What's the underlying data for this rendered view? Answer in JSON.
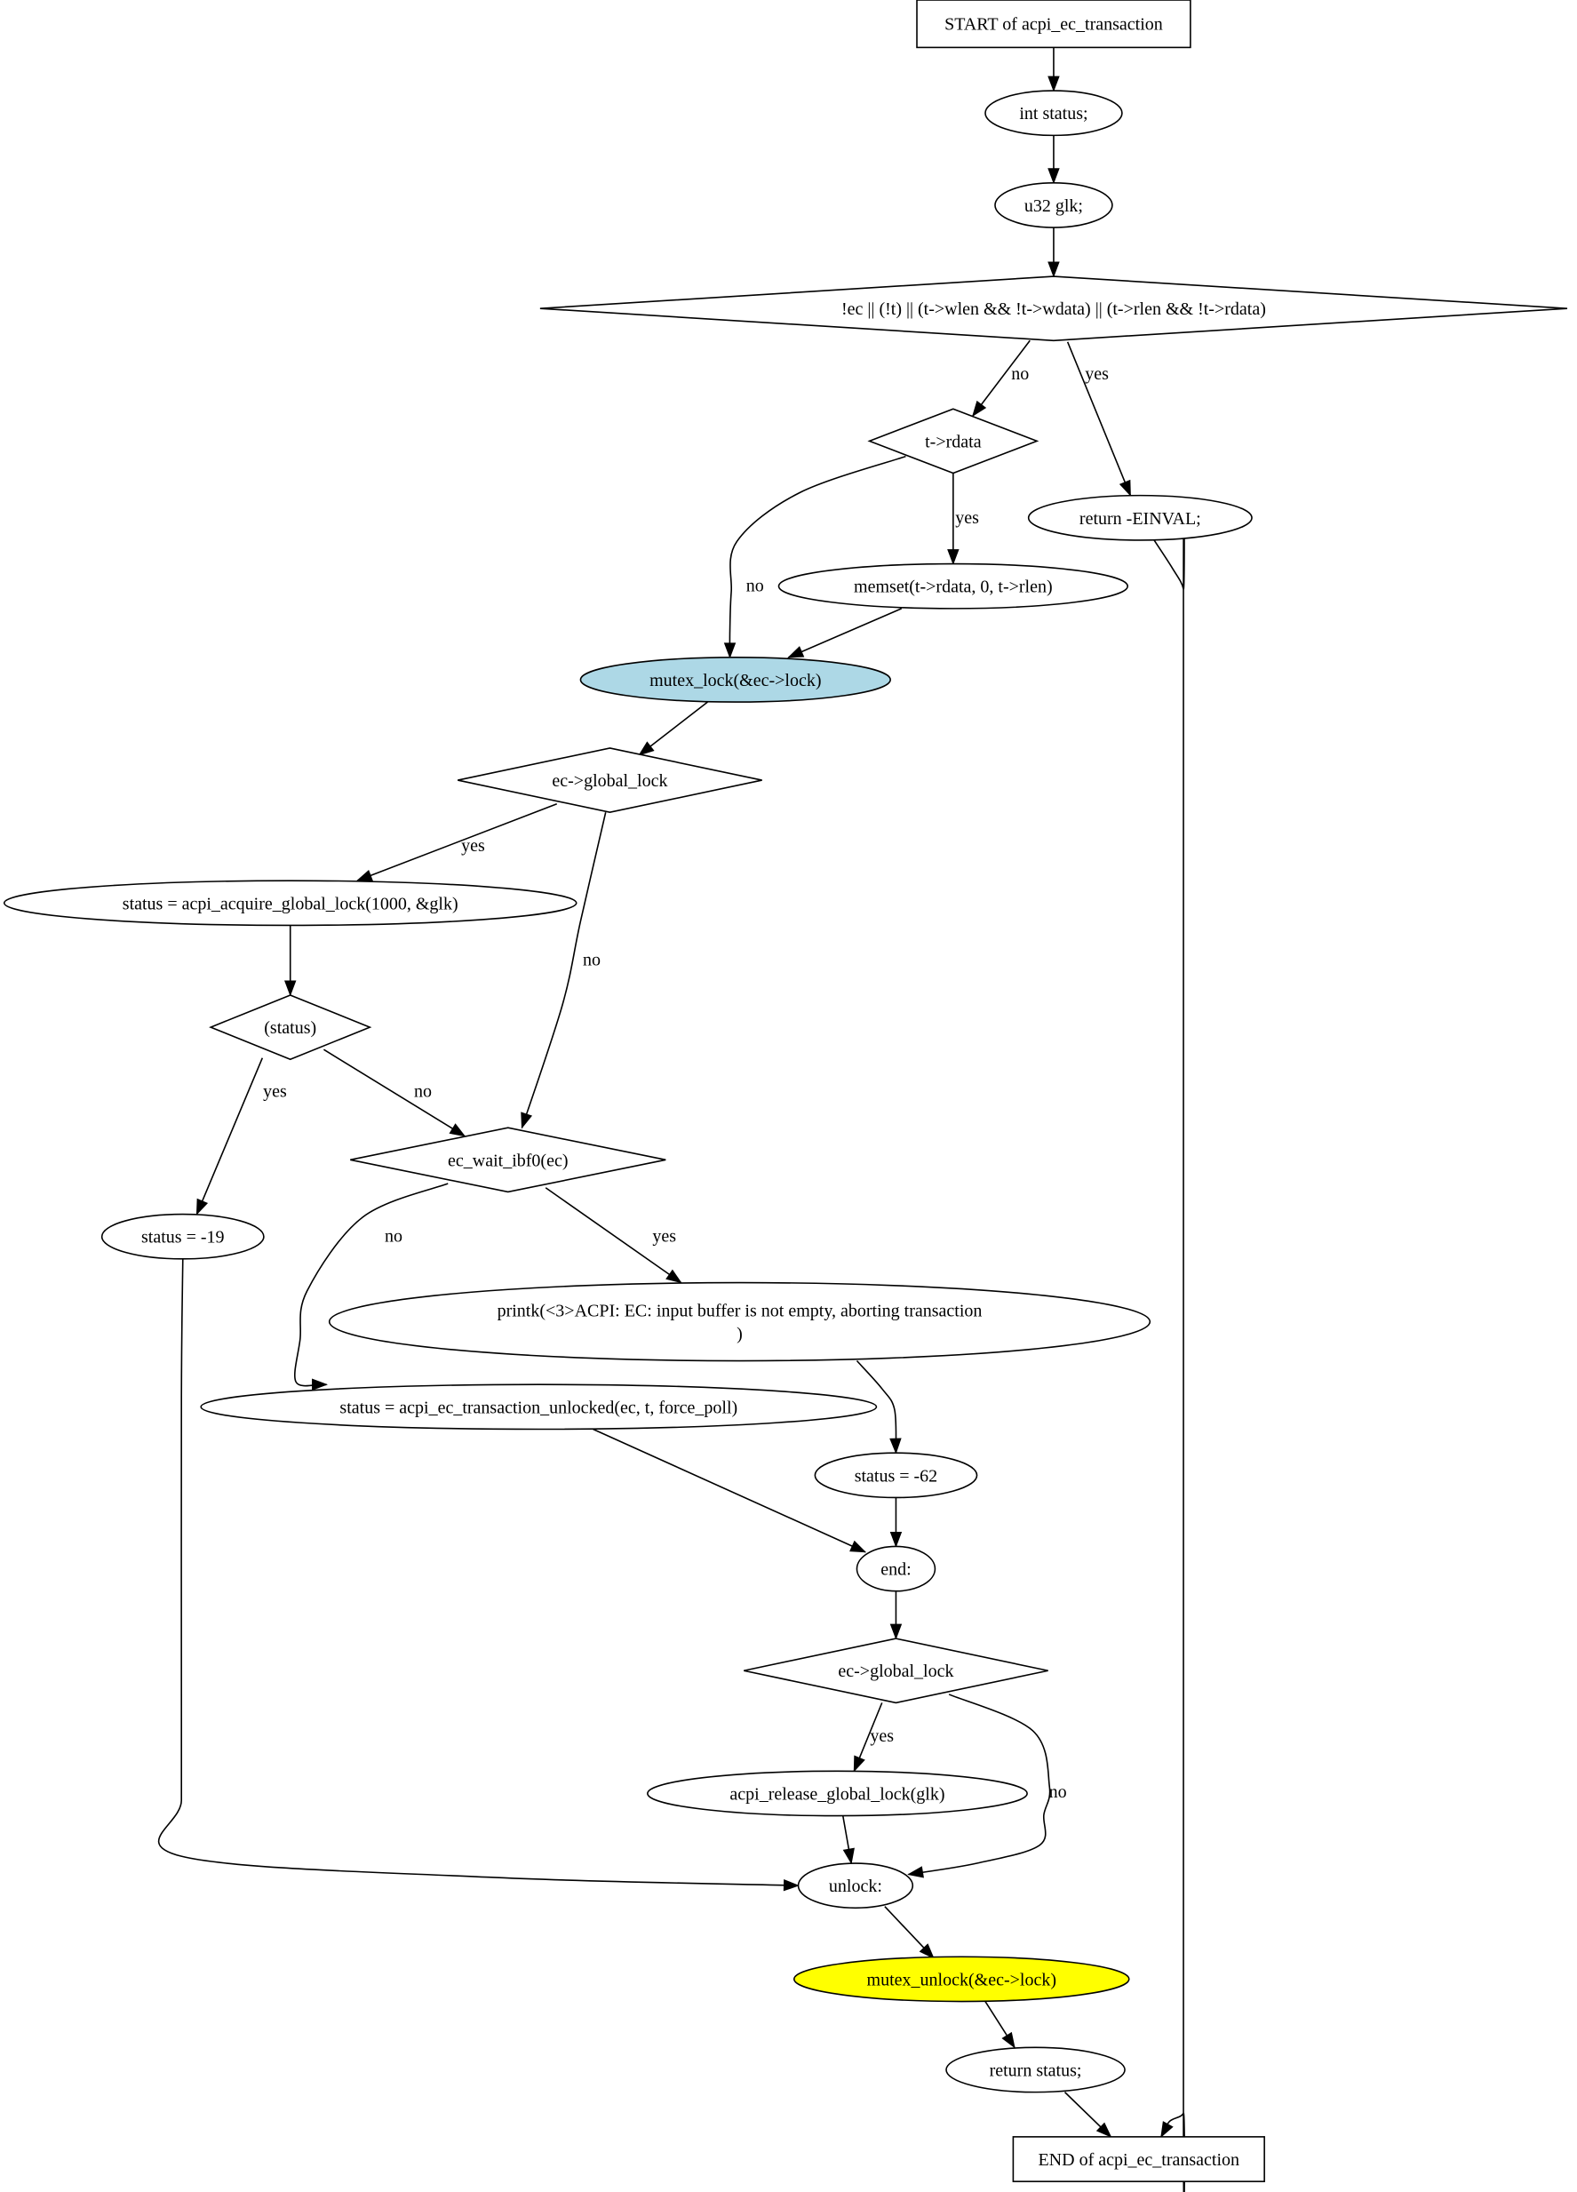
{
  "colors": {
    "highlight_lock": "#add8e6",
    "highlight_unlock": "#ffff00",
    "line": "#000000",
    "background": "#ffffff"
  },
  "nodes": [
    {
      "id": "start",
      "shape": "box",
      "lines": [
        "START of acpi_ec_transaction"
      ]
    },
    {
      "id": "int_status",
      "shape": "ellipse",
      "lines": [
        "int status;"
      ]
    },
    {
      "id": "u32_glk",
      "shape": "ellipse",
      "lines": [
        "u32 glk;"
      ]
    },
    {
      "id": "cond_invalid",
      "shape": "diamond",
      "lines": [
        "!ec || (!t) || (t->wlen && !t->wdata) || (t->rlen && !t->rdata)"
      ]
    },
    {
      "id": "cond_rdata",
      "shape": "diamond",
      "lines": [
        "t->rdata"
      ]
    },
    {
      "id": "return_einval",
      "shape": "ellipse",
      "lines": [
        "return -EINVAL;"
      ]
    },
    {
      "id": "memset",
      "shape": "ellipse",
      "lines": [
        "memset(t->rdata, 0, t->rlen)"
      ]
    },
    {
      "id": "mutex_lock",
      "shape": "ellipse",
      "lines": [
        "mutex_lock(&ec->lock)"
      ],
      "fill": "highlight_lock"
    },
    {
      "id": "cond_global_lock_1",
      "shape": "diamond",
      "lines": [
        "ec->global_lock"
      ]
    },
    {
      "id": "acquire_global_lock",
      "shape": "ellipse",
      "lines": [
        "status = acpi_acquire_global_lock(1000, &glk)"
      ]
    },
    {
      "id": "cond_status",
      "shape": "diamond",
      "lines": [
        "(status)"
      ]
    },
    {
      "id": "cond_wait_ibf0",
      "shape": "diamond",
      "lines": [
        "ec_wait_ibf0(ec)"
      ]
    },
    {
      "id": "status_m19",
      "shape": "ellipse",
      "lines": [
        "status = -19"
      ]
    },
    {
      "id": "printk",
      "shape": "ellipse",
      "lines": [
        "printk(<3>ACPI: EC: input buffer is not empty, aborting transaction",
        ")"
      ]
    },
    {
      "id": "transaction_unlocked",
      "shape": "ellipse",
      "lines": [
        "status = acpi_ec_transaction_unlocked(ec, t, force_poll)"
      ]
    },
    {
      "id": "status_m62",
      "shape": "ellipse",
      "lines": [
        "status = -62"
      ]
    },
    {
      "id": "end_label",
      "shape": "ellipse",
      "lines": [
        "end:"
      ]
    },
    {
      "id": "cond_global_lock_2",
      "shape": "diamond",
      "lines": [
        "ec->global_lock"
      ]
    },
    {
      "id": "release_global_lock",
      "shape": "ellipse",
      "lines": [
        "acpi_release_global_lock(glk)"
      ]
    },
    {
      "id": "unlock_label",
      "shape": "ellipse",
      "lines": [
        "unlock:"
      ]
    },
    {
      "id": "mutex_unlock",
      "shape": "ellipse",
      "lines": [
        "mutex_unlock(&ec->lock)"
      ],
      "fill": "highlight_unlock"
    },
    {
      "id": "return_status",
      "shape": "ellipse",
      "lines": [
        "return status;"
      ]
    },
    {
      "id": "end",
      "shape": "box",
      "lines": [
        "END of acpi_ec_transaction"
      ]
    }
  ],
  "edges": [
    {
      "from": "start",
      "to": "int_status",
      "label": ""
    },
    {
      "from": "int_status",
      "to": "u32_glk",
      "label": ""
    },
    {
      "from": "u32_glk",
      "to": "cond_invalid",
      "label": ""
    },
    {
      "from": "cond_invalid",
      "to": "cond_rdata",
      "label": "no"
    },
    {
      "from": "cond_invalid",
      "to": "return_einval",
      "label": "yes"
    },
    {
      "from": "cond_rdata",
      "to": "memset",
      "label": "yes"
    },
    {
      "from": "cond_rdata",
      "to": "mutex_lock",
      "label": "no"
    },
    {
      "from": "memset",
      "to": "mutex_lock",
      "label": ""
    },
    {
      "from": "return_einval",
      "to": "end",
      "label": ""
    },
    {
      "from": "mutex_lock",
      "to": "cond_global_lock_1",
      "label": ""
    },
    {
      "from": "cond_global_lock_1",
      "to": "acquire_global_lock",
      "label": "yes"
    },
    {
      "from": "cond_global_lock_1",
      "to": "cond_wait_ibf0",
      "label": "no"
    },
    {
      "from": "acquire_global_lock",
      "to": "cond_status",
      "label": ""
    },
    {
      "from": "cond_status",
      "to": "status_m19",
      "label": "yes"
    },
    {
      "from": "cond_status",
      "to": "cond_wait_ibf0",
      "label": "no"
    },
    {
      "from": "cond_wait_ibf0",
      "to": "printk",
      "label": "yes"
    },
    {
      "from": "cond_wait_ibf0",
      "to": "transaction_unlocked",
      "label": "no"
    },
    {
      "from": "printk",
      "to": "status_m62",
      "label": ""
    },
    {
      "from": "transaction_unlocked",
      "to": "end_label",
      "label": ""
    },
    {
      "from": "status_m62",
      "to": "end_label",
      "label": ""
    },
    {
      "from": "status_m19",
      "to": "unlock_label",
      "label": ""
    },
    {
      "from": "end_label",
      "to": "cond_global_lock_2",
      "label": ""
    },
    {
      "from": "cond_global_lock_2",
      "to": "release_global_lock",
      "label": "yes"
    },
    {
      "from": "cond_global_lock_2",
      "to": "unlock_label",
      "label": "no"
    },
    {
      "from": "release_global_lock",
      "to": "unlock_label",
      "label": ""
    },
    {
      "from": "unlock_label",
      "to": "mutex_unlock",
      "label": ""
    },
    {
      "from": "mutex_unlock",
      "to": "return_status",
      "label": ""
    },
    {
      "from": "return_status",
      "to": "end",
      "label": ""
    }
  ]
}
